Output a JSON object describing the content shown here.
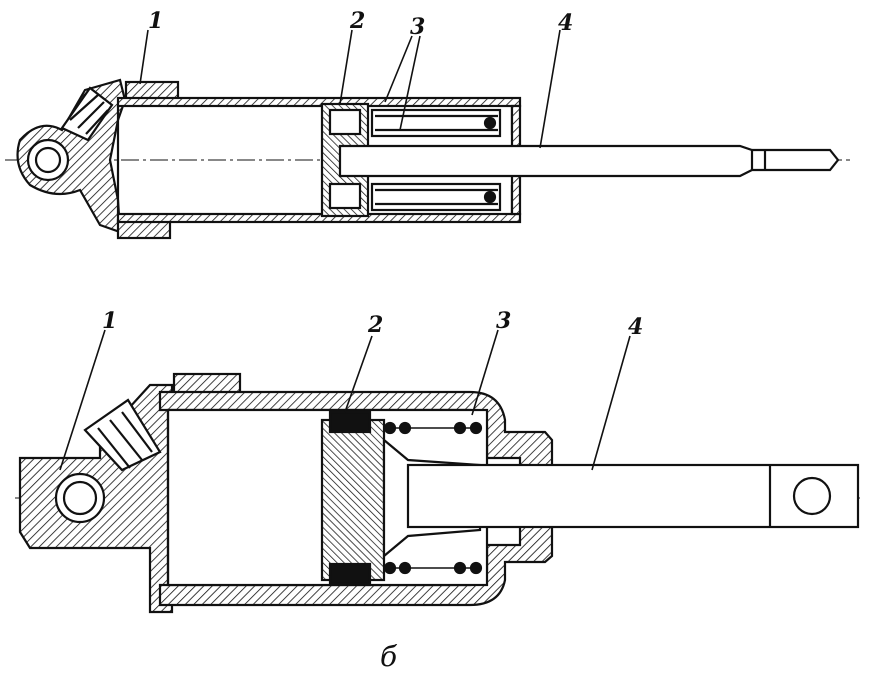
{
  "figure": {
    "caption": "б",
    "top_labels": [
      "1",
      "2",
      "3",
      "4"
    ],
    "bottom_labels": [
      "1",
      "2",
      "3",
      "4"
    ]
  },
  "colors": {
    "ink": "#1a1a1a",
    "paper": "#ffffff"
  }
}
